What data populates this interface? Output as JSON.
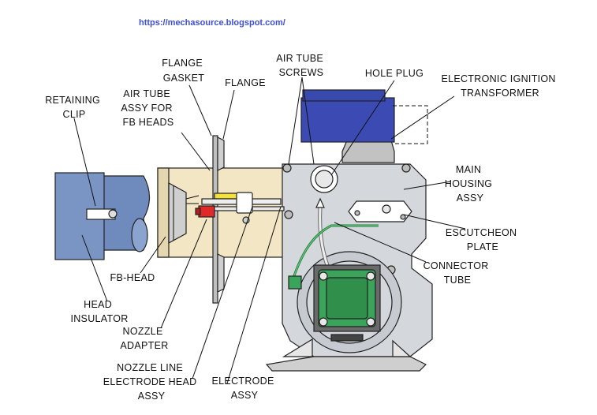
{
  "source_url": "https://mechasource.blogspot.com/",
  "colors": {
    "url": "#3d4fd6",
    "head_insulator": "#7a95c4",
    "fb_head": "#f2e6c4",
    "housing": "#d4d7dc",
    "transformer": "#3c4bb4",
    "pump": "#3aa45a",
    "nozzle": "#e02a2a",
    "electrode": "#f2e23a"
  },
  "labels": {
    "flange_gasket": [
      "FLANGE",
      "GASKET"
    ],
    "flange": [
      "FLANGE"
    ],
    "air_tube_screws": [
      "AIR TUBE",
      "SCREWS"
    ],
    "hole_plug": [
      "HOLE PLUG"
    ],
    "ignition_transformer": [
      "ELECTRONIC IGNITION",
      "TRANSFORMER"
    ],
    "retaining_clip": [
      "RETAINING",
      "CLIP"
    ],
    "air_tube_assy": [
      "AIR TUBE",
      "ASSY FOR",
      "FB HEADS"
    ],
    "main_housing": [
      "MAIN",
      "HOUSING",
      "ASSY"
    ],
    "escutcheon_plate": [
      "ESCUTCHEON",
      "PLATE"
    ],
    "connector_tube": [
      "CONNECTOR",
      "TUBE"
    ],
    "fb_head": [
      "FB-HEAD"
    ],
    "head_insulator": [
      "HEAD",
      "INSULATOR"
    ],
    "nozzle_adapter": [
      "NOZZLE",
      "ADAPTER"
    ],
    "nozzle_line_electrode": [
      "NOZZLE LINE",
      "ELECTRODE HEAD",
      "ASSY"
    ],
    "electrode_assy": [
      "ELECTRODE",
      "ASSY"
    ]
  }
}
